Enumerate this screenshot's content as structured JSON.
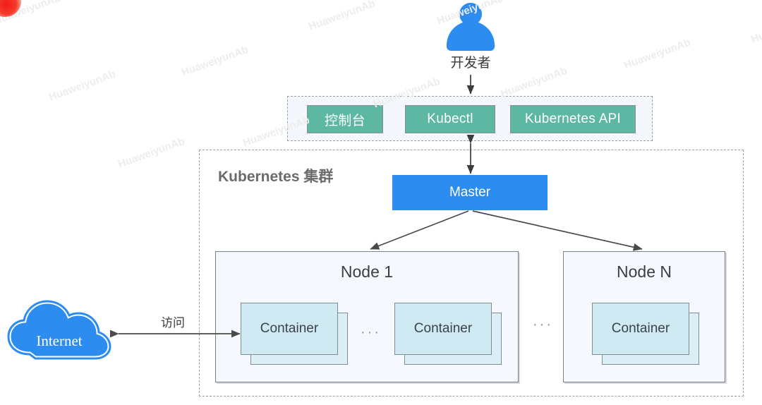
{
  "diagram": {
    "title": "Kubernetes 集群",
    "actor": {
      "label": "开发者",
      "icon": "user-icon"
    },
    "tools": {
      "items": [
        {
          "label": "控制台"
        },
        {
          "label": "Kubectl"
        },
        {
          "label": "Kubernetes API"
        }
      ]
    },
    "master": {
      "label": "Master"
    },
    "nodes": [
      {
        "label": "Node 1",
        "containers": [
          {
            "label": "Container"
          },
          {
            "label": "Container"
          }
        ],
        "ellipsis": "···"
      },
      {
        "label": "Node N",
        "containers": [
          {
            "label": "Container"
          }
        ],
        "ellipsis": ""
      }
    ],
    "node_separator": "···",
    "internet": {
      "label": "Internet",
      "icon": "cloud-icon"
    },
    "access_edge": {
      "label": "访问"
    },
    "colors": {
      "accent_blue": "#2d8cf0",
      "tool_green": "#5cb8a2",
      "container_fill": "#cfeaf3",
      "node_fill": "#f5f8fe",
      "tools_fill": "#f4f7fb",
      "dashed_border": "#9aa0a6",
      "arrow": "#4a4a4a",
      "red_blob": "#f21a1a"
    }
  },
  "watermark": {
    "text": "HuaweiyunAb"
  }
}
